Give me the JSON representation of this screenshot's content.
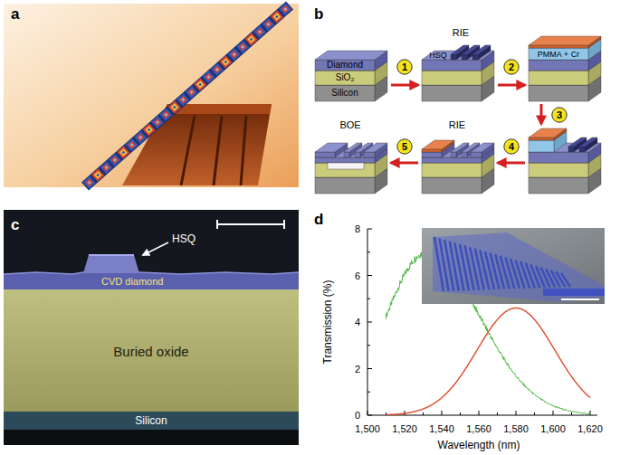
{
  "diagram": {
    "nodes": [
      {
        "text": [
          "1"
        ]
      },
      {
        "text": [
          "2"
        ]
      },
      {
        "text": [
          "3"
        ]
      },
      {
        "text": [
          "4"
        ]
      },
      {
        "text": [
          "5"
        ]
      }
    ],
    "labels": [
      "a",
      "b",
      "RIE",
      "Diamond",
      "SiO₂",
      "Silicon",
      "HSQ",
      "PMMA + Cr",
      "BOE",
      "RIE",
      "c",
      "HSQ",
      "CVD diamond",
      "Buried oxide",
      "Silicon",
      "d",
      "Transmission (%)",
      "Wavelength (nm)",
      "0",
      "2",
      "4",
      "6",
      "8",
      "1,500",
      "1,520",
      "1,540",
      "1,560",
      "1,580",
      "1,600",
      "1,620"
    ]
  }
}
